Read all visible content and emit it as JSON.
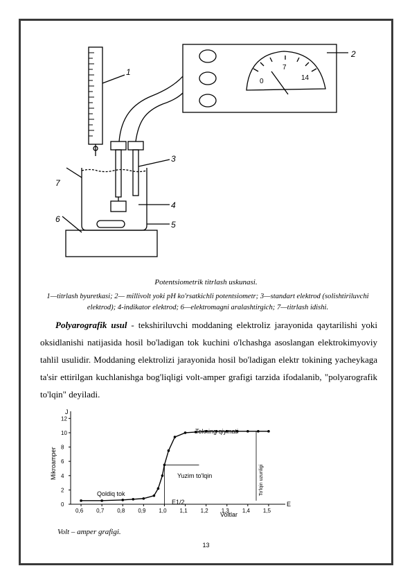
{
  "diagram": {
    "labels": [
      "1",
      "2",
      "3",
      "4",
      "5",
      "6",
      "7"
    ],
    "scale": [
      "0",
      "7",
      "14"
    ]
  },
  "captions": {
    "title": "Potentsiometrik titrlash uskunasi.",
    "description": "1—titrlash byuretkasi; 2— millivolt yoki pH ko'rsatkichli potentsiometr; 3—standart elektrod (solishtiriluvchi elektrod); 4-indikator elektrod; 6—elektromagni aralashtirgich; 7—titrlash idishi."
  },
  "paragraph": {
    "term": "Polyarografik usul",
    "text": " - tekshiriluvchi moddaning elektroliz jarayonida qaytarilishi yoki oksidlanishi natijasida hosil bo'ladigan tok kuchini o'lchashga asoslangan elektrokimyoviy tahlil usulidir. Moddaning elektrolizi jarayonida hosil bo'ladigan elektr tokining yacheykaga ta'sir ettirilgan kuchlanishga bog'liqligi volt-amper grafigi tarzida ifodalanib, \"polyarografik to'lqin\" deyiladi."
  },
  "chart_data": {
    "type": "line",
    "xlabel": "Voltlar",
    "ylabel": "Mikroamper",
    "xlim": [
      0.55,
      1.58
    ],
    "ylim": [
      0,
      13
    ],
    "xticks": [
      "0,6",
      "0,7",
      "0,8",
      "0,9",
      "1,0",
      "1,1",
      "1,2",
      "1,3",
      "1,4",
      "1,5"
    ],
    "yticks": [
      "0",
      "2",
      "4",
      "6",
      "8",
      "10",
      "12"
    ],
    "axis_end_labels": {
      "x": "E",
      "y": "J"
    },
    "half_wave_label": "E1/2",
    "annotations": [
      "Tokning qiymati",
      "Yuzim to'lqin",
      "Qoldiq tok",
      "To'lqin uzunligi"
    ],
    "series": [
      {
        "x": [
          0.6,
          0.7,
          0.8,
          0.85,
          0.9,
          0.95,
          0.97,
          0.99,
          1.0,
          1.02,
          1.05,
          1.1,
          1.15,
          1.2,
          1.25,
          1.3,
          1.35,
          1.4,
          1.45,
          1.5
        ],
        "y": [
          0.5,
          0.5,
          0.6,
          0.7,
          0.8,
          1.2,
          2.2,
          4.0,
          5.5,
          7.5,
          9.4,
          10.0,
          10.1,
          10.2,
          10.2,
          10.2,
          10.2,
          10.2,
          10.2,
          10.2
        ]
      }
    ]
  },
  "figure2": {
    "caption": "Volt – amper grafigi."
  },
  "page": {
    "number": "13"
  }
}
